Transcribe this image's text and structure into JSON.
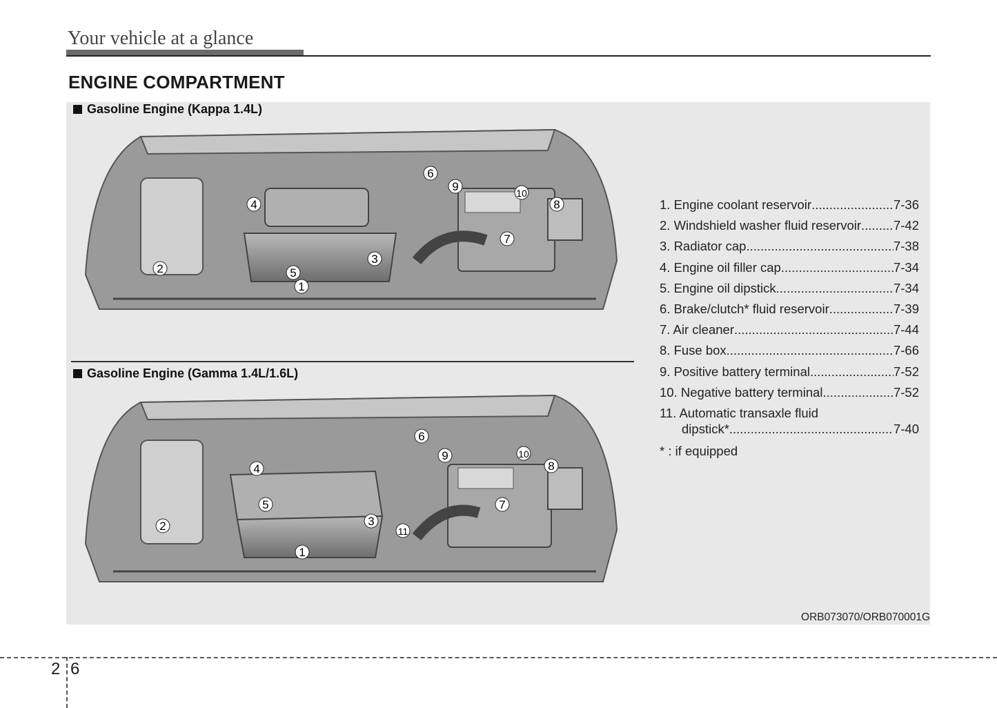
{
  "header": {
    "title": "Your vehicle at a glance"
  },
  "section": {
    "title": "ENGINE COMPARTMENT"
  },
  "diagrams": {
    "top_label": "Gasoline Engine (Kappa 1.4L)",
    "bottom_label": "Gasoline Engine (Gamma 1.4L/1.6L)"
  },
  "callouts": {
    "c1": "1",
    "c2": "2",
    "c3": "3",
    "c4": "4",
    "c5": "5",
    "c6": "6",
    "c7": "7",
    "c8": "8",
    "c9": "9",
    "c10": "10",
    "c11": "11"
  },
  "legend": [
    {
      "label": "1. Engine coolant reservoir",
      "page": "7-36"
    },
    {
      "label": "2. Windshield washer fluid reservoir",
      "page": "7-42"
    },
    {
      "label": "3. Radiator cap",
      "page": "7-38"
    },
    {
      "label": "4. Engine oil filler cap",
      "page": "7-34"
    },
    {
      "label": "5. Engine oil dipstick",
      "page": "7-34"
    },
    {
      "label": "6. Brake/clutch* fluid reservoir",
      "page": "7-39"
    },
    {
      "label": "7. Air cleaner",
      "page": "7-44"
    },
    {
      "label": "8. Fuse box",
      "page": "7-66"
    },
    {
      "label": "9. Positive battery terminal",
      "page": "7-52"
    },
    {
      "label": "10. Negative battery terminal",
      "page": "7-52"
    },
    {
      "label": "11. Automatic transaxle fluid",
      "label_cont": "dipstick*",
      "page": "7-40"
    }
  ],
  "note": "* : if equipped",
  "figure_code": "ORB073070/ORB070001G",
  "page_number": {
    "chapter": "2",
    "page": "6"
  }
}
